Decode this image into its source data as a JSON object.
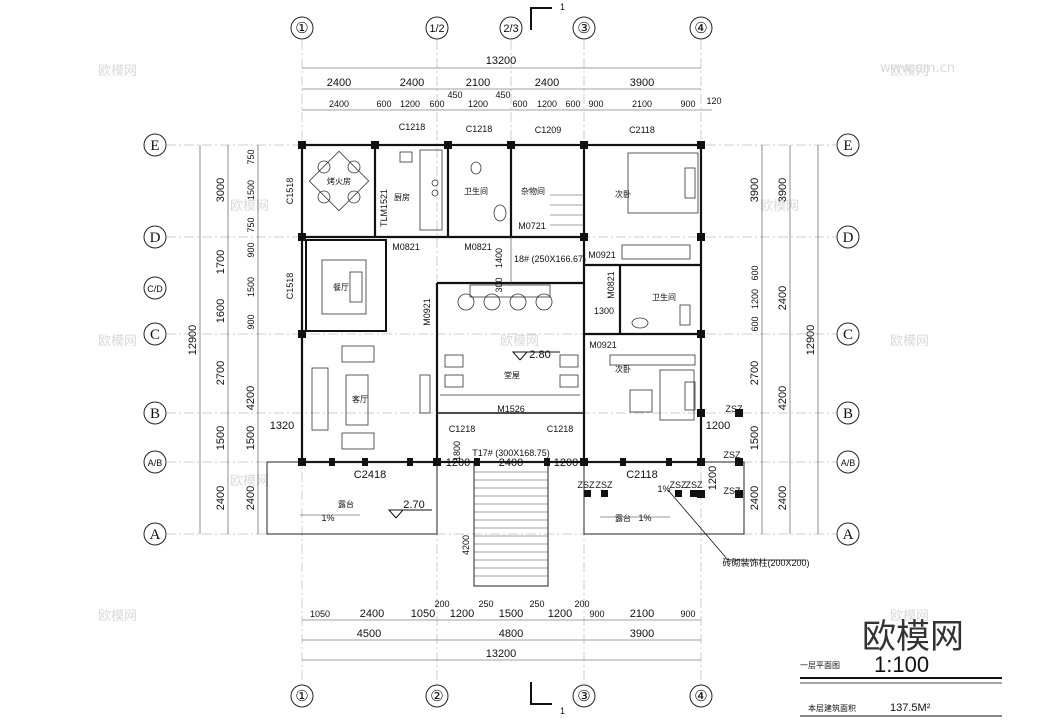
{
  "axes_x": [
    "①",
    "1/2",
    "2/3",
    "③",
    "④"
  ],
  "axes_x_bottom": [
    "①",
    "②",
    "③",
    "④"
  ],
  "axes_y": [
    "E",
    "D",
    "C/D",
    "C",
    "B",
    "A/B",
    "A"
  ],
  "section_mark": "1",
  "dims_top": {
    "total": "13200",
    "row1": [
      "2400",
      "2400",
      "2100",
      "2400",
      "3900"
    ],
    "row2": [
      "2400",
      "600",
      "1200",
      "600",
      "1200",
      "600",
      "1200",
      "600",
      "900",
      "2100",
      "900"
    ],
    "extra": [
      "450",
      "450",
      "120"
    ]
  },
  "dims_bottom": {
    "row1": [
      "1050",
      "2400",
      "1050",
      "200",
      "1200",
      "250",
      "1500",
      "250",
      "1200",
      "200",
      "900",
      "2100",
      "900"
    ],
    "row2": [
      "4500",
      "4800",
      "3900"
    ],
    "total": "13200"
  },
  "dims_left": {
    "outer": [
      "3000",
      "1700",
      "1600",
      "2700",
      "1500",
      "2400"
    ],
    "inner": [
      "750",
      "1500",
      "750",
      "900",
      "1500",
      "900",
      "4200",
      "1500",
      "2400"
    ],
    "total": "12900",
    "extra": "1320"
  },
  "dims_right": {
    "outer": [
      "3900",
      "2400",
      "4200",
      "2400"
    ],
    "inner": [
      "3900",
      "600",
      "1200",
      "600",
      "2700",
      "1500",
      "2400"
    ],
    "total": "12900",
    "extra": [
      "1200",
      "1200"
    ]
  },
  "rooms": {
    "tea": "烤火房",
    "kitchen": "厨房",
    "wc1": "卫生间",
    "storage": "杂物间",
    "bed1": "次卧",
    "dining": "餐厅",
    "wc2": "卫生间",
    "hall": "堂屋",
    "living": "客厅",
    "bed2": "次卧",
    "terrace1": "露台",
    "terrace2": "露台"
  },
  "labels": {
    "c1218a": "C1218",
    "c1218b": "C1218",
    "c1209": "C1209",
    "c2118a": "C2118",
    "c1518a": "C1518",
    "c1518b": "C1518",
    "tlm": "TLM1521",
    "m0821a": "M0821",
    "m0821b": "M0821",
    "m0721": "M0721",
    "m0921a": "M0921",
    "m0921b": "M0921",
    "m0921c": "M0921",
    "m0821c": "M0821",
    "stair_up": "18# (250X166.67)",
    "stair_down": "T17# (300X168.75)",
    "m1526": "M1526",
    "c1218c": "C1218",
    "c1218d": "C1218",
    "h1800": "1800",
    "w1300": "1300",
    "c2418": "C2418",
    "c2118b": "C2118",
    "elev1": "2.80",
    "elev2": "2.70",
    "slope1": "1%",
    "slope2": "1%",
    "slope3": "1%",
    "zsz": "ZSZ",
    "dim1400": "1400",
    "dim300": "300",
    "dim4200": "4200",
    "dim1200a": "1200",
    "dim2400a": "2400",
    "dim1200b": "1200",
    "column_note": "砖砌装饰柱(200X200)"
  },
  "watermark": "欧模网",
  "watermark_url": "www.om.cn",
  "title": "一层平面图",
  "scale": "1:100",
  "area_label": "本层建筑面积",
  "area_value": "137.5M²"
}
